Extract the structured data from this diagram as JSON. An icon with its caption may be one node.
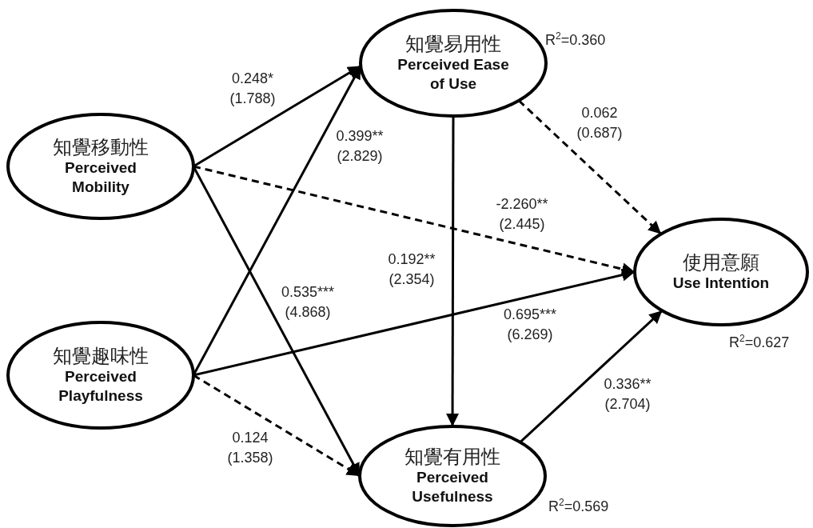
{
  "diagram": {
    "nodes": [
      {
        "text": [
          "知覺移動性",
          "Perceived Mobility"
        ]
      },
      {
        "text": [
          "知覺易用性",
          "Perceived Ease of Use"
        ],
        "beside": [
          "R$^{2}$=0.360"
        ]
      },
      {
        "text": [
          "知覺趣味性",
          "Perceived Playfulness"
        ]
      },
      {
        "text": [
          "使用意願",
          "Use Intention"
        ],
        "beside": [
          "R$^{2}$=0.627"
        ]
      },
      {
        "text": [
          "知覺有用性",
          "Perceived Usefulness"
        ],
        "beside": [
          "R$^{2}$=0.569"
        ]
      }
    ],
    "edges": [
      {
        "from": 0,
        "to": 1,
        "arrow": "to",
        "label": "0.248* (1.788)"
      },
      {
        "from": 2,
        "to": 1,
        "arrow": "to",
        "label": "0.399** (2.829)"
      },
      {
        "from": 0,
        "to": 3,
        "arrow": "to",
        "style": "dashed",
        "label": "-2.260** (2.445)"
      },
      {
        "from": 0,
        "to": 4,
        "arrow": "to",
        "label": "0.535*** (4.868)"
      },
      {
        "from": 1,
        "to": 3,
        "arrow": "to",
        "style": "dashed",
        "label": "0.062 (0.687)"
      },
      {
        "from": 1,
        "to": 4,
        "arrow": "to",
        "label": "0.192** (2.354)"
      },
      {
        "from": 2,
        "to": 3,
        "arrow": "to",
        "label": "0.695*** (6.269)"
      },
      {
        "from": 2,
        "to": 4,
        "arrow": "to",
        "style": "dashed",
        "label": "0.124 (1.358)"
      },
      {
        "from": 4,
        "to": 3,
        "arrow": "to",
        "label": "0.336** (2.704)"
      }
    ]
  }
}
